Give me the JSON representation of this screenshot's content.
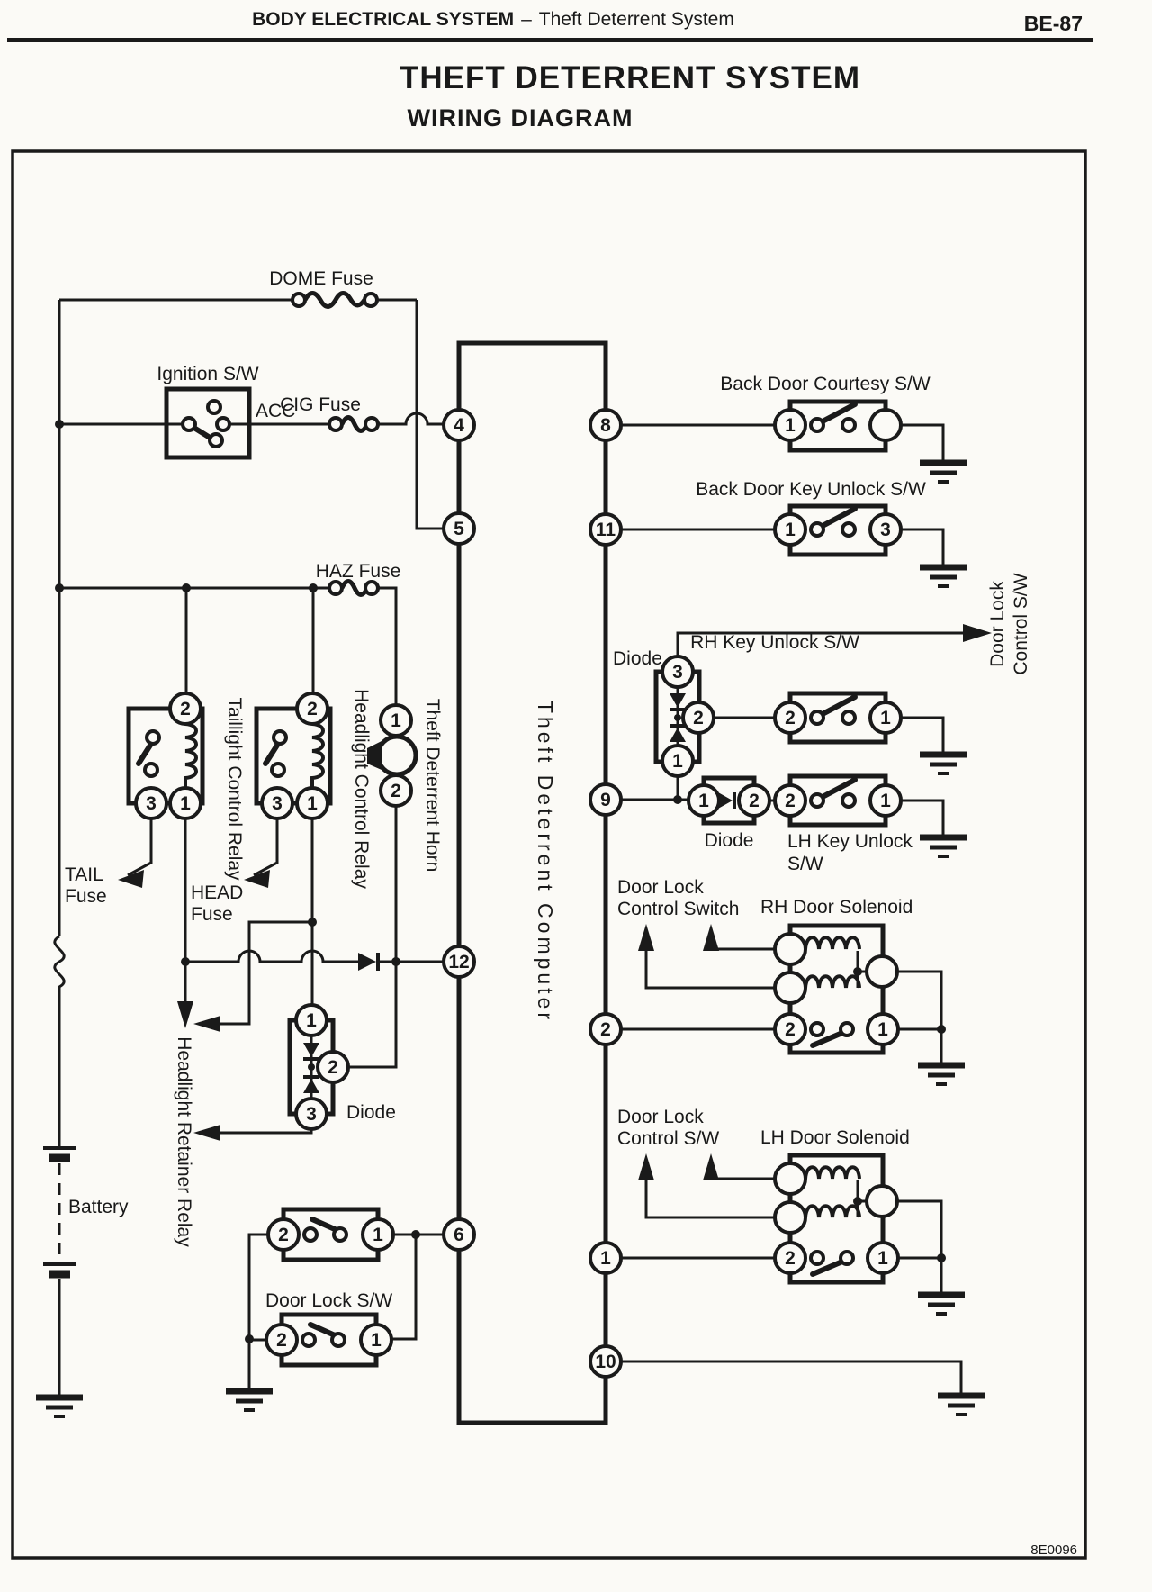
{
  "page": {
    "bg": "#fbfaf6",
    "ink": "#1a1a1a"
  },
  "header": {
    "section": "BODY ELECTRICAL SYSTEM",
    "dash": "–",
    "topic": "Theft Deterrent System",
    "page_number": "BE-87"
  },
  "title": "THEFT DETERRENT SYSTEM",
  "subtitle": "WIRING DIAGRAM",
  "figure_code": "8E0096",
  "computer": {
    "label": "Theft Deterrent Computer",
    "pins": {
      "p4": "4",
      "p5": "5",
      "p12": "12",
      "p6": "6",
      "p8": "8",
      "p11": "11",
      "p9": "9",
      "p2": "2",
      "p1": "1",
      "p10": "10"
    }
  },
  "fuses": {
    "dome": "DOME Fuse",
    "cig": "CIG Fuse",
    "haz": "HAZ Fuse",
    "tail1": "TAIL",
    "tail2": "Fuse",
    "head1": "HEAD",
    "head2": "Fuse"
  },
  "ignition": {
    "label": "Ignition S/W",
    "acc": "ACC"
  },
  "battery": {
    "label": "Battery"
  },
  "relays": {
    "taillight": "Taillight Control Relay",
    "headlight": "Headlight Control Relay",
    "retainer": "Headlight Retainer Relay",
    "pin_coil": "2",
    "pin_in": "3",
    "pin_out": "1"
  },
  "horn": {
    "label": "Theft Deterrent Horn",
    "pin1": "1",
    "pin2": "2"
  },
  "switches": {
    "back_door_courtesy": {
      "label": "Back Door Courtesy S/W",
      "pin1": "1"
    },
    "back_door_key_unlock": {
      "label": "Back Door Key Unlock S/W",
      "pin1": "1",
      "pin3": "3"
    },
    "rh_key_unlock": {
      "label": "RH Key Unlock S/W",
      "pin2": "2",
      "pin1": "1"
    },
    "lh_key_unlock": {
      "label1": "LH Key Unlock",
      "label2": "S/W",
      "pin2": "2",
      "pin1": "1"
    },
    "door_lock": {
      "label": "Door Lock S/W",
      "upper_pin2": "2",
      "upper_pin1": "1",
      "lower_pin2": "2",
      "lower_pin1": "1"
    }
  },
  "diodes": {
    "pack_upper": {
      "label": "Diode",
      "pin3": "3",
      "pin2": "2",
      "pin1": "1"
    },
    "inline": {
      "label": "Diode",
      "pin1": "1",
      "pin2": "2"
    },
    "pack_lower": {
      "label": "Diode",
      "pin1": "1",
      "pin2": "2",
      "pin3": "3"
    }
  },
  "solenoids": {
    "rh": {
      "label": "RH Door Solenoid",
      "pin2": "2",
      "pin1": "1"
    },
    "lh": {
      "label": "LH Door Solenoid",
      "pin2": "2",
      "pin1": "1"
    }
  },
  "annotations": {
    "door_lock_control_right": {
      "line1": "Door Lock",
      "line2": "Control S/W"
    },
    "door_lock_control_switch": {
      "line1": "Door Lock",
      "line2": "Control Switch"
    },
    "door_lock_control_sw": {
      "line1": "Door Lock",
      "line2": "Control S/W"
    }
  }
}
